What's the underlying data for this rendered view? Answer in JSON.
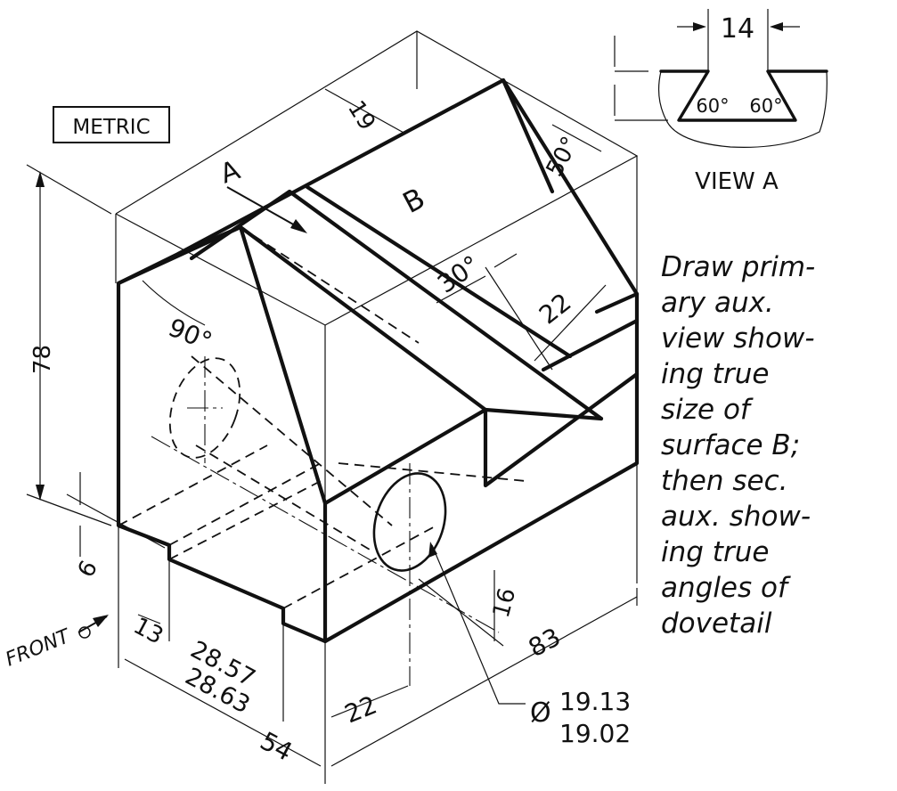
{
  "metric_label": "METRIC",
  "view_label": "VIEW A",
  "instructions": [
    "Draw prim-",
    "ary aux.",
    "view show-",
    "ing true",
    "size of",
    "surface B;",
    "then sec.",
    "aux. show-",
    "ing true",
    "angles of",
    "dovetail"
  ],
  "labels": {
    "view_arrow_a": "A",
    "surface_b": "B",
    "front": "FRONT"
  },
  "dimensions": {
    "dovetail_width": "14",
    "dovetail_angle_left": "60°",
    "dovetail_angle_right": "60°",
    "top_19": "19",
    "top_50": "50°",
    "angle_30": "30°",
    "dim_22_right": "22",
    "angle_90": "90°",
    "height_78": "78",
    "step_6": "6",
    "step_13": "13",
    "slot_upper": "28.57",
    "slot_lower": "28.63",
    "width_54": "54",
    "hole_offset_22": "22",
    "hole_dia_upper": "19.13",
    "hole_dia_lower": "19.02",
    "dia_symbol": "Ø",
    "hole_height_16": "16",
    "depth_83": "83"
  }
}
